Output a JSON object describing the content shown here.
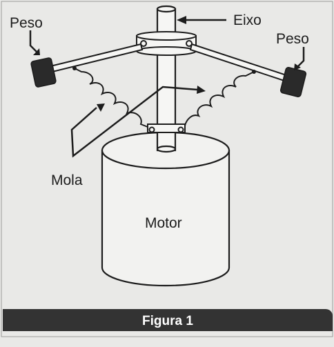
{
  "labels": {
    "peso_left": "Peso",
    "eixo": "Eixo",
    "peso_right": "Peso",
    "mola": "Mola",
    "motor": "Motor"
  },
  "caption": "Figura 1",
  "colors": {
    "background": "#e9e9e7",
    "ink": "#1c1c1c",
    "weight_fill": "#2a2a2a",
    "caption_bar": "#333333",
    "caption_text": "#ffffff"
  }
}
